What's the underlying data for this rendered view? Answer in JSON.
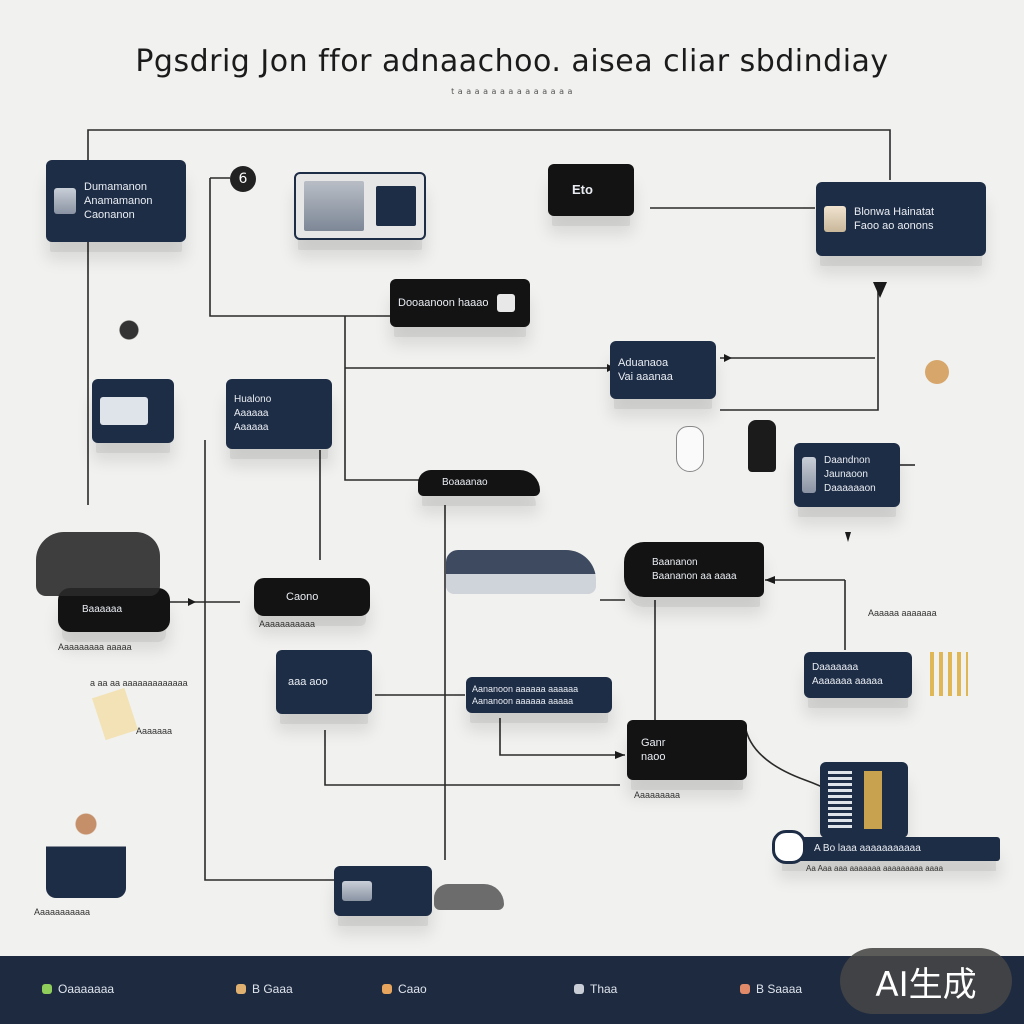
{
  "title": "Pgsdrig Jon ffor adnaachoo. aisea cliar sbdindiay",
  "subtitle": "t  a a a a a a a a a a a a a a",
  "nodes": {
    "n1": "Dumamanon\nAnamamanon\nCaonanon",
    "n2": "Eto",
    "n3": "Blonwa Hainatat\nFaoo ao aonons",
    "n4": "Dooaanoon haaao",
    "n5": "Aduanaoa\nVai aaanaa",
    "n6": "Hualono\nAaaaaa\nAaaaaa",
    "n7": "Daandnon\nJaunaoon\nDaaaaaaon",
    "n8": "Boaaanao",
    "n9": "Baananon\nBaananon aa aaaa",
    "n10": "Caono",
    "n11": "Aananoon aaaaaa aaaaaa\nAananoon aaaaaa aaaaa",
    "n12": "aaa aoo",
    "n13": "Ganr\nnaoo",
    "n14": "Daaaaaaa\nAaaaaaa aaaaa",
    "n15": "A Bo laaa  aaaaaaaaaaa",
    "n16": "Baaaaaa"
  },
  "labels": {
    "l1": "Aaaaaaaaaaa",
    "l2": "Aaaaaaaaa aaaaa",
    "l3": "Aaaaaaa",
    "l4": "a  aa aa aaaaaaaaaaaaa",
    "l5": "Aaaaaaaaa",
    "l6": "Aaaaaa aaaaaaa",
    "l7": "Aa Aaa aaa aaaaaaa aaaaaaaaa aaaa",
    "l8": "Aaaaaaaaaaa"
  },
  "footer": {
    "items": [
      "Oaaaaaaa",
      "B Gaaa",
      "Caao",
      "Thaa",
      "B Saaaa"
    ],
    "colors": [
      "#8fce5a",
      "#e0b070",
      "#e7a45c",
      "#c9ced6",
      "#e08a6a"
    ]
  },
  "watermark": "AI生成",
  "colors": {
    "navy": "#1e2d46",
    "black": "#131313",
    "line": "#2a2a2a",
    "background": "#f1f1ef"
  }
}
